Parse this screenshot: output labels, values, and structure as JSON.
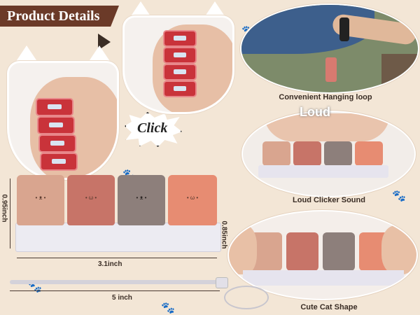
{
  "banner": {
    "title": "Product Details"
  },
  "captions": {
    "hanging_loop": "Convenient Hanging loop",
    "loud_clicker": "Loud Clicker Sound",
    "cat_shape": "Cute Cat Shape"
  },
  "labels": {
    "click": "Click",
    "loud": "Loud"
  },
  "dimensions": {
    "height": "0.95inch",
    "depth": "0.85inch",
    "width": "3.1inch",
    "lanyard": "5 inch"
  },
  "colors": {
    "banner": "#6b3a28",
    "background": "#f3e6d6",
    "clip_red": "#c9333a"
  },
  "keycaps": [
    {
      "name": "pink-cat",
      "color": "#d9a58f"
    },
    {
      "name": "red-tabby-cat",
      "color": "#c77468"
    },
    {
      "name": "gray-cat",
      "color": "#8d7f7b"
    },
    {
      "name": "orange-tabby-cat",
      "color": "#e78c72"
    }
  ],
  "icons": [
    "paw-icon",
    "cat-face-icon",
    "arrow-right-icon"
  ]
}
